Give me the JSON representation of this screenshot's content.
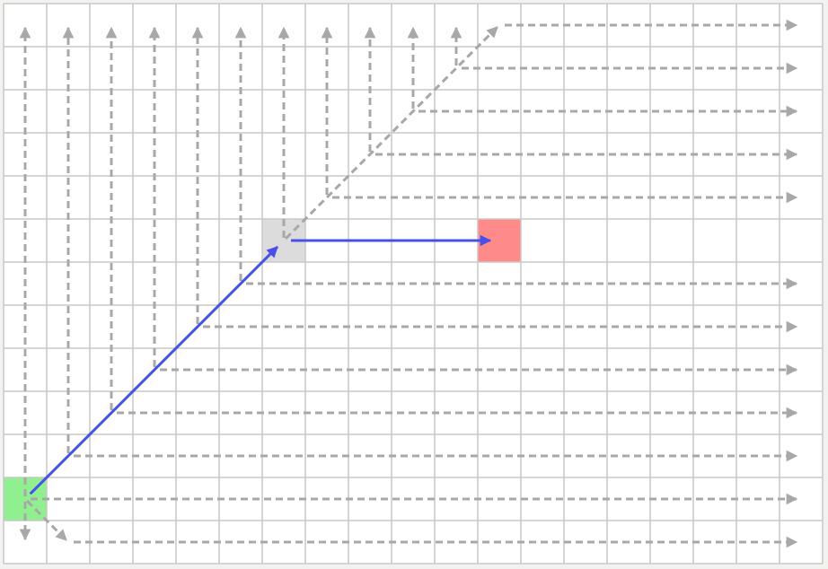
{
  "grid": {
    "columns": 19,
    "rows": 13,
    "background_color": "#ffffff",
    "line_color": "#c8c8c8",
    "frame_color": "#f2f2ee"
  },
  "cells": [
    {
      "name": "start-cell",
      "col": 0,
      "row": 11,
      "color": "#90f090"
    },
    {
      "name": "waypoint-cell",
      "col": 6,
      "row": 5,
      "color": "#dcdcdc"
    },
    {
      "name": "goal-cell",
      "col": 11,
      "row": 5,
      "color": "#ff8a8a"
    }
  ],
  "path_color": "#4850e8",
  "path": [
    {
      "from": [
        0,
        11
      ],
      "to": [
        6,
        5
      ]
    },
    {
      "from": [
        6,
        5
      ],
      "to": [
        11,
        5
      ]
    }
  ],
  "ray_color": "#a8a8a8",
  "rays": [
    {
      "from": [
        0,
        11
      ],
      "to": [
        0,
        0
      ]
    },
    {
      "from": [
        1,
        10
      ],
      "to": [
        1,
        0
      ]
    },
    {
      "from": [
        2,
        9
      ],
      "to": [
        2,
        0
      ]
    },
    {
      "from": [
        3,
        8
      ],
      "to": [
        3,
        0
      ]
    },
    {
      "from": [
        4,
        7
      ],
      "to": [
        4,
        0
      ]
    },
    {
      "from": [
        5,
        6
      ],
      "to": [
        5,
        0
      ]
    },
    {
      "from": [
        6,
        5
      ],
      "to": [
        6,
        0
      ]
    },
    {
      "from": [
        7,
        4
      ],
      "to": [
        7,
        0
      ]
    },
    {
      "from": [
        8,
        3
      ],
      "to": [
        8,
        0
      ]
    },
    {
      "from": [
        9,
        2
      ],
      "to": [
        9,
        0
      ]
    },
    {
      "from": [
        10,
        1
      ],
      "to": [
        10,
        0
      ]
    },
    {
      "from": [
        6,
        5
      ],
      "to": [
        11,
        0
      ]
    },
    {
      "from": [
        11,
        0
      ],
      "to": [
        18,
        0
      ]
    },
    {
      "from": [
        10,
        1
      ],
      "to": [
        18,
        1
      ]
    },
    {
      "from": [
        9,
        2
      ],
      "to": [
        18,
        2
      ]
    },
    {
      "from": [
        8,
        3
      ],
      "to": [
        18,
        3
      ]
    },
    {
      "from": [
        7,
        4
      ],
      "to": [
        18,
        4
      ]
    },
    {
      "from": [
        5,
        6
      ],
      "to": [
        18,
        6
      ]
    },
    {
      "from": [
        4,
        7
      ],
      "to": [
        18,
        7
      ]
    },
    {
      "from": [
        3,
        8
      ],
      "to": [
        18,
        8
      ]
    },
    {
      "from": [
        2,
        9
      ],
      "to": [
        18,
        9
      ]
    },
    {
      "from": [
        1,
        10
      ],
      "to": [
        18,
        10
      ]
    },
    {
      "from": [
        0,
        11
      ],
      "to": [
        18,
        11
      ]
    },
    {
      "from": [
        0,
        11
      ],
      "to": [
        0,
        12
      ]
    },
    {
      "from": [
        0,
        11
      ],
      "to": [
        1,
        12
      ]
    },
    {
      "from": [
        1,
        12
      ],
      "to": [
        18,
        12
      ]
    }
  ]
}
